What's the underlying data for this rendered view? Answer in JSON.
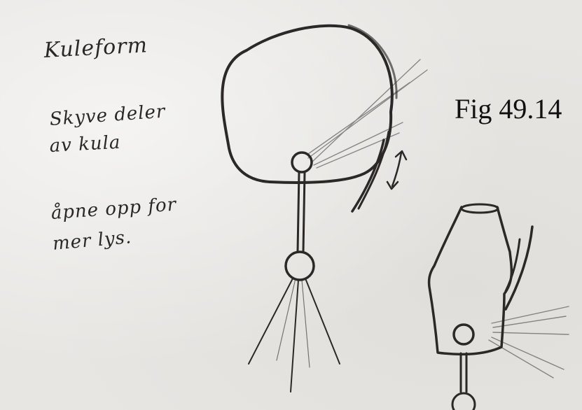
{
  "figure_label": "Fig 49.14",
  "notes": {
    "line1": "Kuleform",
    "line2": "Skyve deler",
    "line3": "av kula",
    "line4": "åpne opp for",
    "line5": "mer lys."
  },
  "colors": {
    "paper": "#e8e6e3",
    "pencil": "#2b2827",
    "label": "#111111"
  }
}
